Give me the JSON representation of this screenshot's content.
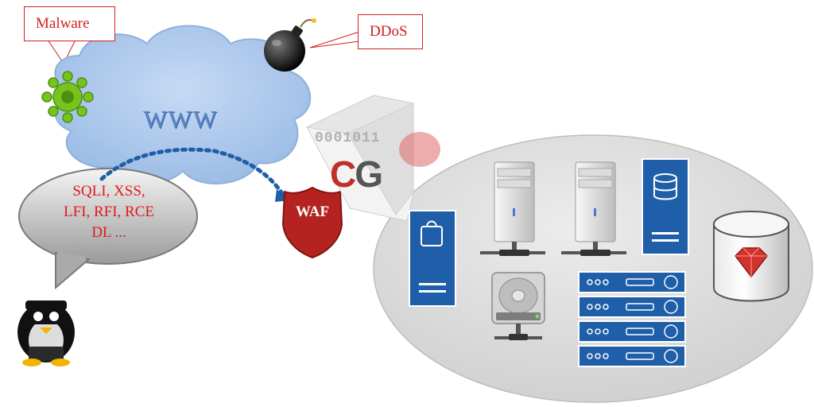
{
  "callouts": {
    "malware": "Malware",
    "ddos": "DDoS"
  },
  "cloud": {
    "label": "WWW"
  },
  "attacks": {
    "lines": [
      "SQLI, XSS,",
      "LFI, RFI, RCE",
      "DL ..."
    ]
  },
  "waf": {
    "label": "WAF"
  },
  "cube": {
    "binary": "0001011",
    "logo_c": "C",
    "logo_g": "G"
  },
  "icons": {
    "virus": "virus-icon",
    "bomb": "bomb-icon",
    "penguin": "tux-hacker-icon",
    "shield": "shield-icon",
    "shopping": "shopping-bag-icon",
    "database": "database-icon",
    "server": "tower-server-icon",
    "drive": "network-drive-icon",
    "rack": "rack-server-icon",
    "ruby": "ruby-gem-icon"
  },
  "colors": {
    "cloud": "#a9c7ec",
    "ellipse": "#d9d9d9",
    "panel_blue": "#1f5ea8",
    "attack_red": "#e01b1b",
    "shield_red": "#b4231f"
  }
}
